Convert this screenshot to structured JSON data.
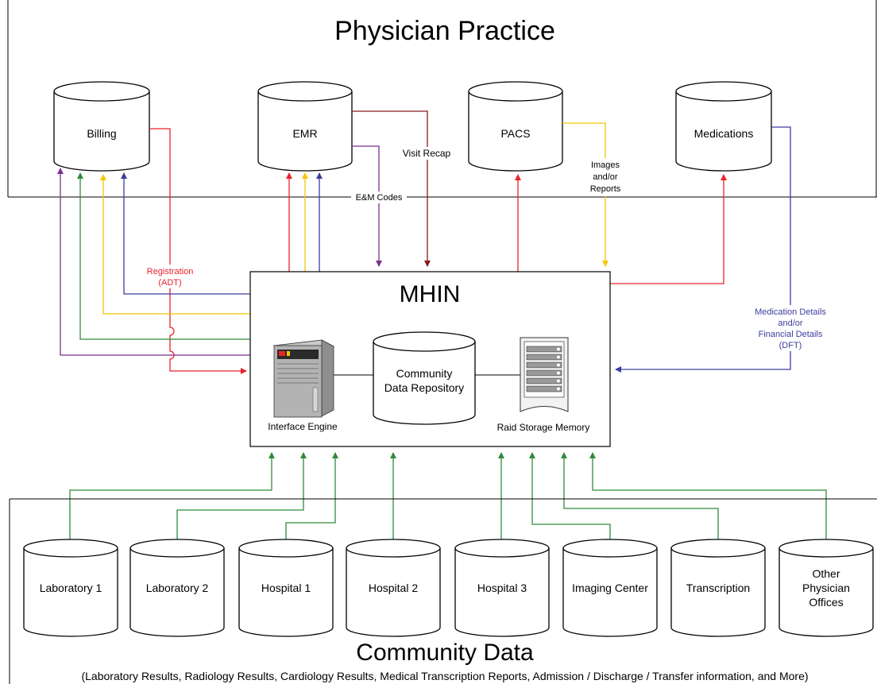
{
  "physician_practice": {
    "title": "Physician Practice",
    "systems": [
      "Billing",
      "EMR",
      "PACS",
      "Medications"
    ]
  },
  "mhin": {
    "title": "MHIN",
    "components": {
      "interface_engine": "Interface Engine",
      "repository_line1": "Community",
      "repository_line2": "Data Repository",
      "raid_storage": "Raid Storage Memory"
    }
  },
  "community": {
    "title": "Community Data",
    "subtitle": "(Laboratory Results, Radiology Results, Cardiology Results, Medical Transcription Reports, Admission / Discharge / Transfer information, and More)",
    "sources": [
      {
        "lines": [
          "Laboratory 1"
        ]
      },
      {
        "lines": [
          "Laboratory 2"
        ]
      },
      {
        "lines": [
          "Hospital 1"
        ]
      },
      {
        "lines": [
          "Hospital 2"
        ]
      },
      {
        "lines": [
          "Hospital 3"
        ]
      },
      {
        "lines": [
          "Imaging Center"
        ]
      },
      {
        "lines": [
          "Transcription"
        ]
      },
      {
        "lines": [
          "Other",
          "Physician",
          "Offices"
        ]
      }
    ]
  },
  "flow_labels": {
    "visit_recap": "Visit Recap",
    "em_codes": "E&M Codes",
    "images_reports": [
      "Images",
      "and/or",
      "Reports"
    ],
    "registration": [
      "Registration",
      "(ADT)"
    ],
    "medication_details": [
      "Medication Details",
      "and/or",
      "Financial Details",
      "(DFT)"
    ]
  },
  "colors": {
    "red": "#e8232b",
    "green": "#2e8b3c",
    "yellow": "#f6c700",
    "blue": "#3d3d9e",
    "purple": "#7b2f8e",
    "dark_red": "#8b1a1a"
  }
}
